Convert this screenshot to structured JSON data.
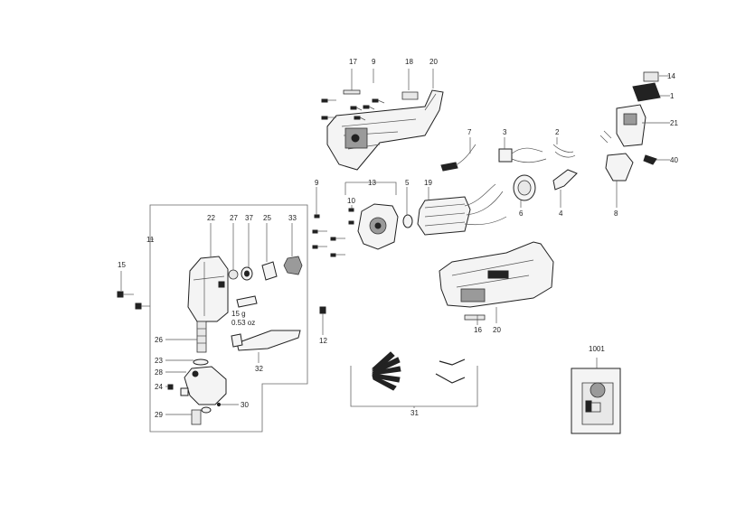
{
  "parts": [
    {
      "id": "p1",
      "label": "1"
    },
    {
      "id": "p2",
      "label": "2"
    },
    {
      "id": "p3",
      "label": "3"
    },
    {
      "id": "p4",
      "label": "4"
    },
    {
      "id": "p5",
      "label": "5"
    },
    {
      "id": "p6",
      "label": "6"
    },
    {
      "id": "p7",
      "label": "7"
    },
    {
      "id": "p8",
      "label": "8"
    },
    {
      "id": "p9a",
      "label": "9"
    },
    {
      "id": "p9b",
      "label": "9"
    },
    {
      "id": "p10",
      "label": "10"
    },
    {
      "id": "p11",
      "label": "11"
    },
    {
      "id": "p12",
      "label": "12"
    },
    {
      "id": "p13",
      "label": "13"
    },
    {
      "id": "p14",
      "label": "14"
    },
    {
      "id": "p15",
      "label": "15"
    },
    {
      "id": "p16",
      "label": "16"
    },
    {
      "id": "p17",
      "label": "17"
    },
    {
      "id": "p18",
      "label": "18"
    },
    {
      "id": "p19",
      "label": "19"
    },
    {
      "id": "p20a",
      "label": "20"
    },
    {
      "id": "p20b",
      "label": "20"
    },
    {
      "id": "p21",
      "label": "21"
    },
    {
      "id": "p22",
      "label": "22"
    },
    {
      "id": "p23",
      "label": "23"
    },
    {
      "id": "p24",
      "label": "24"
    },
    {
      "id": "p25",
      "label": "25"
    },
    {
      "id": "p26",
      "label": "26"
    },
    {
      "id": "p27",
      "label": "27"
    },
    {
      "id": "p28",
      "label": "28"
    },
    {
      "id": "p29",
      "label": "29"
    },
    {
      "id": "p30",
      "label": "30"
    },
    {
      "id": "p31",
      "label": "31"
    },
    {
      "id": "p32",
      "label": "32"
    },
    {
      "id": "p33",
      "label": "33"
    },
    {
      "id": "p37",
      "label": "37"
    },
    {
      "id": "p40",
      "label": "40"
    },
    {
      "id": "p1001",
      "label": "1001"
    }
  ],
  "grease": {
    "weight": "15 g",
    "weight_oz": "0.53 oz"
  }
}
